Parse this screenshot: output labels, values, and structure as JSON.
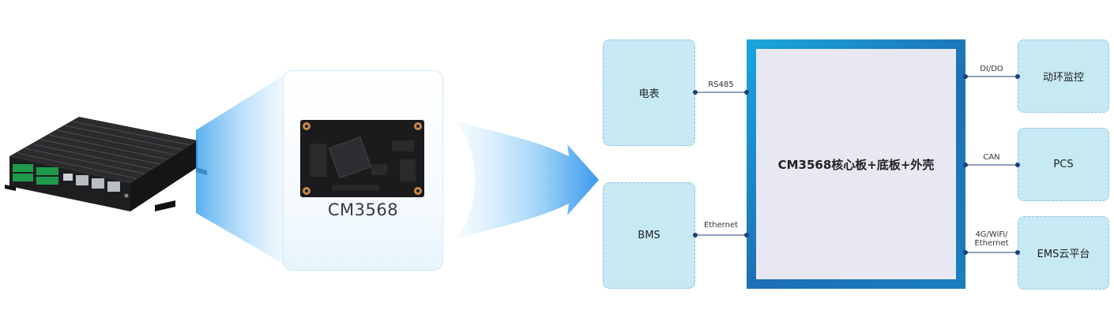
{
  "module": {
    "label": "CM3568"
  },
  "core": {
    "label": "CM3568核心板+底板+外壳"
  },
  "left_nodes": [
    {
      "label": "电表",
      "link": "RS485"
    },
    {
      "label": "BMS",
      "link": "Ethernet"
    }
  ],
  "right_nodes": [
    {
      "label": "动环监控",
      "link": "DI/DO"
    },
    {
      "label": "PCS",
      "link": "CAN"
    },
    {
      "label": "EMS云平台",
      "link": "4G/WiFi/\nEthernet"
    }
  ],
  "colors": {
    "node_fill": "#c6e9f3",
    "node_border": "#8dc6dc",
    "core_frame": "#1c6fb4",
    "core_fill": "#e7e8f2",
    "connector": "#1c3f7a"
  }
}
